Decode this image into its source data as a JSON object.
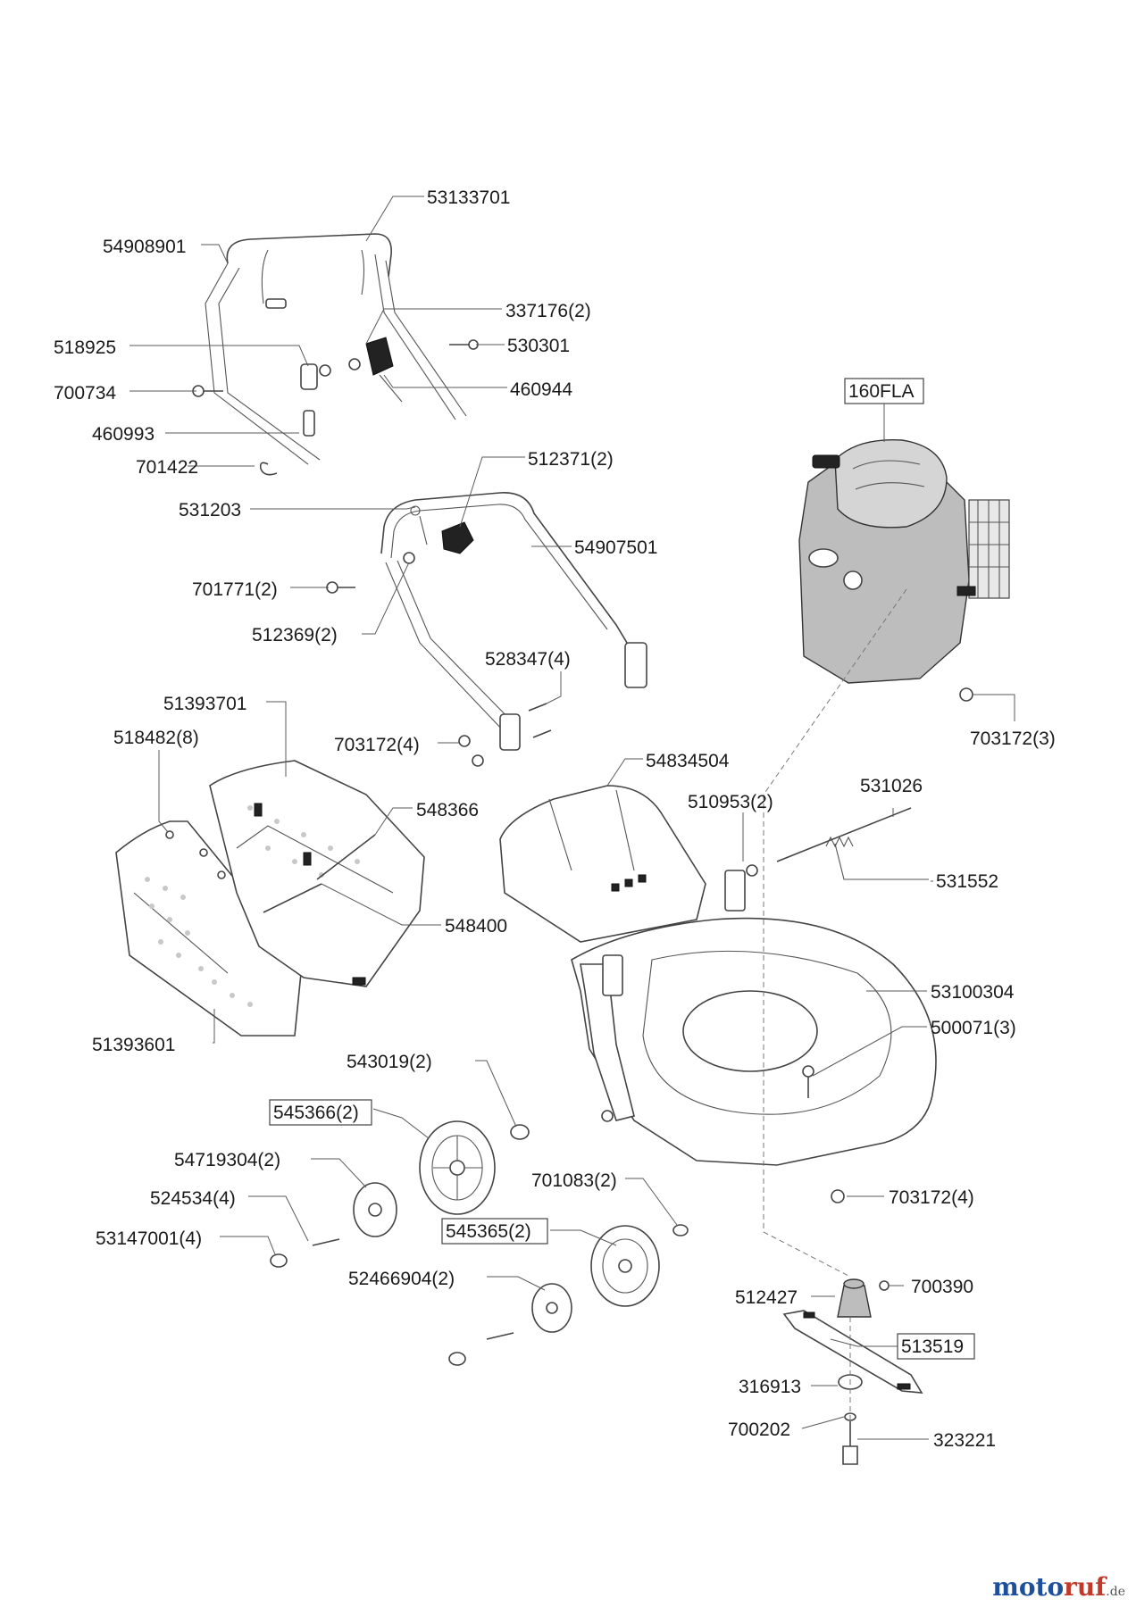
{
  "parts": {
    "p53133701": "53133701",
    "p54908901": "54908901",
    "p337176": "337176(2)",
    "p518925": "518925",
    "p530301": "530301",
    "p700734": "700734",
    "p460944": "460944",
    "p460993": "460993",
    "p701422": "701422",
    "p512371": "512371(2)",
    "p531203": "531203",
    "p54907501": "54907501",
    "p701771": "701771(2)",
    "p512369": "512369(2)",
    "p528347": "528347(4)",
    "p51393701": "51393701",
    "p518482": "518482(8)",
    "p703172a": "703172(4)",
    "p54834504": "54834504",
    "p548366": "548366",
    "p531026": "531026",
    "p510953": "510953(2)",
    "p703172b": "703172(3)",
    "p531552": "531552",
    "p548400": "548400",
    "p53100304": "53100304",
    "p500071": "500071(3)",
    "p51393601": "51393601",
    "p543019": "543019(2)",
    "p545366": "545366(2)",
    "p54719304": "54719304(2)",
    "p701083": "701083(2)",
    "p703172c": "703172(4)",
    "p524534": "524534(4)",
    "p53147001": "53147001(4)",
    "p545365": "545365(2)",
    "p52466904": "52466904(2)",
    "p700390": "700390",
    "p512427": "512427",
    "p513519": "513519",
    "p316913": "316913",
    "p700202": "700202",
    "p323221": "323221",
    "p160FLA": "160FLA"
  },
  "logo": {
    "name_part1": "moto",
    "name_part2": "ruf",
    "domain": ".de"
  }
}
